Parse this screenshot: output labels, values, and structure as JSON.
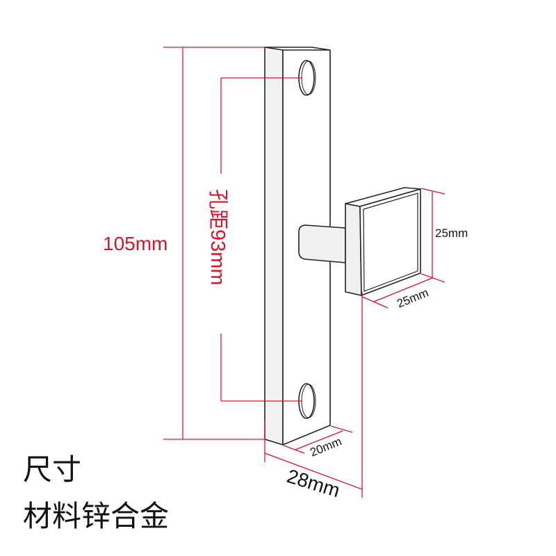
{
  "dimensions": {
    "total_height": "105mm",
    "hole_spacing": "孔距93mm",
    "knob_height": "25mm",
    "knob_width": "25mm",
    "plate_depth": "20mm",
    "total_depth": "28mm"
  },
  "captions": {
    "size": "尺寸",
    "material": "材料锌合金"
  },
  "colors": {
    "dimension": "#d9142a",
    "outline": "#222222"
  }
}
